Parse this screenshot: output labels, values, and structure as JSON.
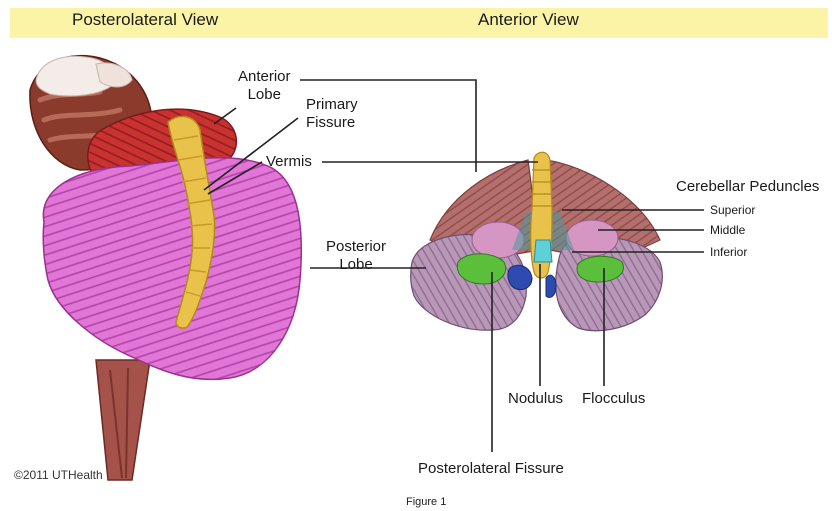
{
  "header": {
    "left_title": "Posterolateral View",
    "right_title": "Anterior View"
  },
  "labels": {
    "anterior_lobe": [
      "Anterior",
      "Lobe"
    ],
    "primary_fissure": [
      "Primary",
      "Fissure"
    ],
    "vermis": "Vermis",
    "posterior_lobe": [
      "Posterior",
      "Lobe"
    ],
    "cerebellar_peduncles": "Cerebellar Peduncles",
    "superior": "Superior",
    "middle": "Middle",
    "inferior": "Inferior",
    "nodulus": "Nodulus",
    "flocculus": "Flocculus",
    "posterolateral_fissure": "Posterolateral Fissure"
  },
  "copyright": "©2011 UTHealth",
  "caption": "Figure 1",
  "colors": {
    "header_bg": "#fbf4a6",
    "posterior_lobe": "#e276d6",
    "anterior_lobe": "#c92f3a",
    "vermis": "#e8c24a",
    "brainstem": "#8a3b2c",
    "anterior_view_lobe": "#b3818c",
    "flocculus": "#5cbf3c",
    "nodulus": "#2d4bb0",
    "peduncle": "#d596c4"
  }
}
